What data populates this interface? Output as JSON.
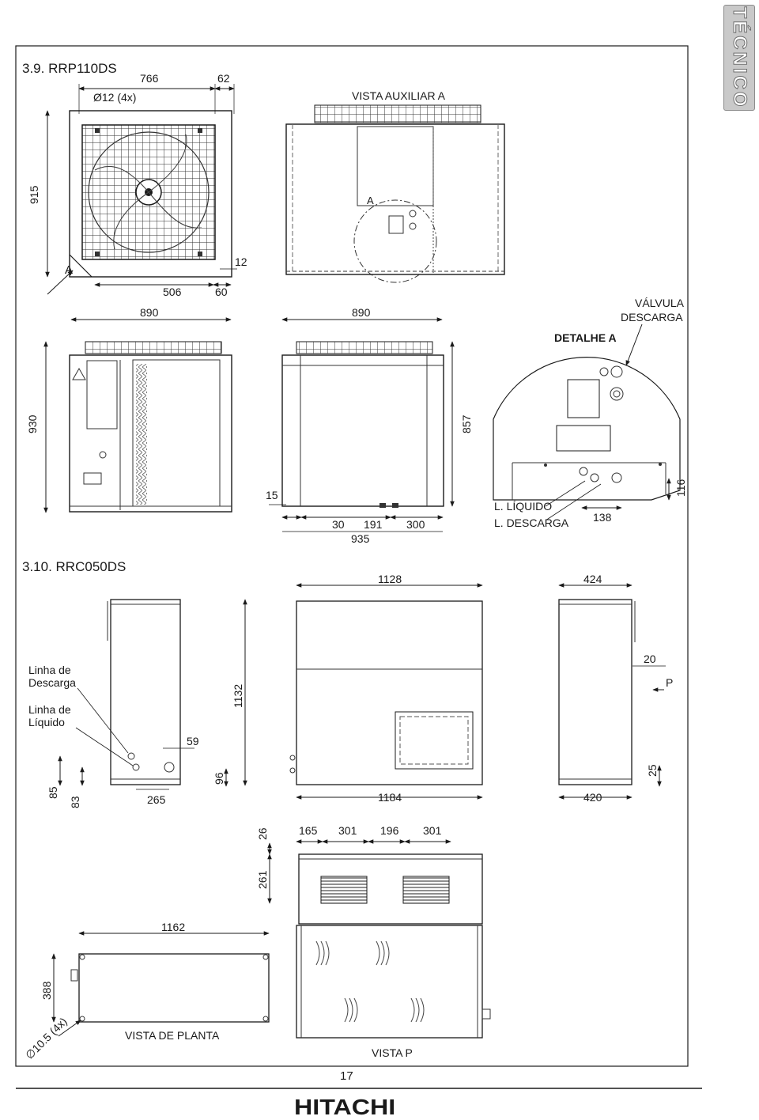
{
  "section_tab": "TÉCNICO",
  "sections": {
    "rrp": {
      "title": "3.9. RRP110DS",
      "view_aux": "VISTA AUXILIAR A",
      "detail": "DETALHE A",
      "arrow_label": "A",
      "valve_label": [
        "VÁLVULA",
        "DESCARGA"
      ],
      "liquid_label": "L. LÍQUIDO",
      "discharge_label": "L. DESCARGA",
      "dims": {
        "d766": "766",
        "d62": "62",
        "holes": "Ø12 (4x)",
        "d915": "915",
        "d12": "12",
        "d506": "506",
        "d60": "60",
        "d890a": "890",
        "d890b": "890",
        "d930": "930",
        "d857": "857",
        "d15": "15",
        "d30": "30",
        "d191": "191",
        "d300": "300",
        "d935": "935",
        "d138": "138",
        "d116": "116"
      }
    },
    "rrc": {
      "title": "3.10. RRC050DS",
      "discharge_line": [
        "Linha de",
        "Descarga"
      ],
      "liquid_line": [
        "Linha de",
        "Líquido"
      ],
      "view_p": "VISTA P",
      "plan_view": "VISTA DE PLANTA",
      "p_label": "P",
      "dims": {
        "d1128": "1128",
        "d424": "424",
        "d20": "20",
        "d1132": "1132",
        "d59": "59",
        "d85": "85",
        "d83": "83",
        "d265": "265",
        "d96": "96",
        "d1184": "1184",
        "d420": "420",
        "d25": "25",
        "d26": "26",
        "d165": "165",
        "d301a": "301",
        "d196": "196",
        "d301b": "301",
        "d261": "261",
        "d1162": "1162",
        "d388": "388",
        "holes": "∅10.5 (4x)"
      }
    }
  },
  "footer": {
    "page_number": "17",
    "brand": "HITACHI"
  }
}
